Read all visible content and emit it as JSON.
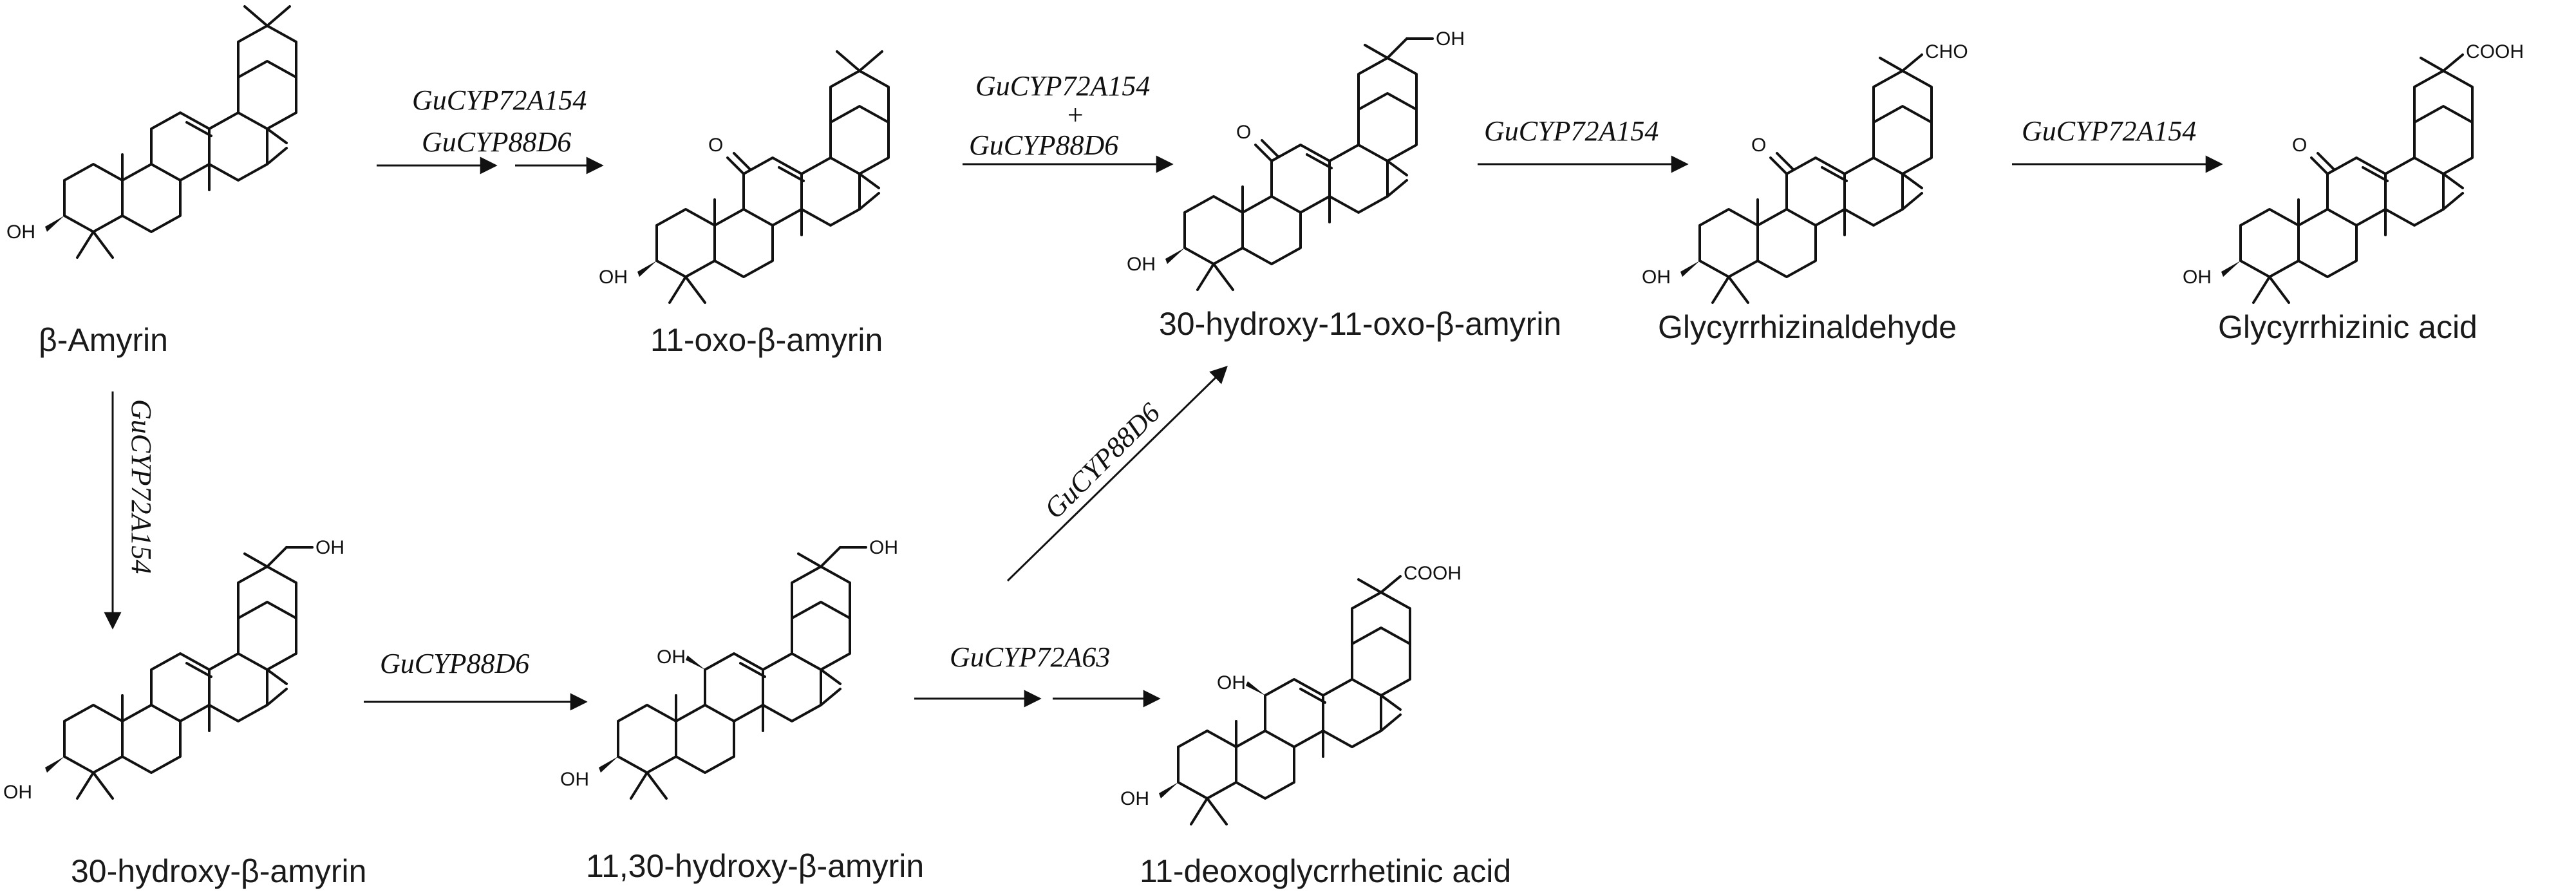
{
  "compounds": {
    "beta_amyrin": "β-Amyrin",
    "oxo_amyrin": "11-oxo-β-amyrin",
    "hydroxy_oxo_amyrin": "30-hydroxy-11-oxo-β-amyrin",
    "glycyrrhizinaldehyde": "Glycyrrhizinaldehyde",
    "glycyrrhizinic_acid": "Glycyrrhizinic acid",
    "hydroxy_amyrin": "30-hydroxy-β-amyrin",
    "dihydroxy_amyrin": "11,30-hydroxy-β-amyrin",
    "deoxy_acid": "11-deoxoglycrrhetinic acid"
  },
  "enzymes": {
    "e1_top": "GuCYP72A154",
    "e1_bottom": "GuCYP88D6",
    "e2_top": "GuCYP72A154",
    "e2_plus": "+",
    "e2_bottom": "GuCYP88D6",
    "e3": "GuCYP72A154",
    "e4": "GuCYP72A154",
    "e5": "GuCYP72A154",
    "e6": "GuCYP88D6",
    "e7": "GuCYP72A63",
    "e8": "GuCYP88D6"
  },
  "atoms": {
    "oh": "OH",
    "o": "O",
    "cho": "CHO",
    "cooh": "COOH"
  }
}
